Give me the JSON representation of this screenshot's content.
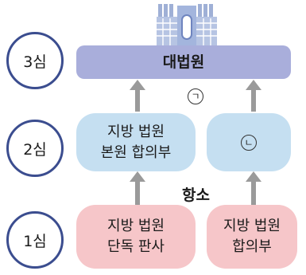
{
  "levels": {
    "third": "3심",
    "second": "2심",
    "first": "1심"
  },
  "courts": {
    "supreme": "대법원",
    "district_main_panel": [
      "지방 법원",
      "본원 합의부"
    ],
    "district_single_judge": [
      "지방 법원",
      "단독 판사"
    ],
    "district_panel": [
      "지방 법원",
      "합의부"
    ]
  },
  "markers": {
    "a": "ㄱ",
    "b": "ㄴ"
  },
  "appeal_label": "항소",
  "colors": {
    "circle_border": "#3b4d8f",
    "supreme_box": "#a9aedb",
    "second_level_box": "#c5dff1",
    "first_level_box": "#f6c6c9",
    "arrow": "#9a9a9a"
  },
  "icons": [
    "court-building-icon"
  ]
}
